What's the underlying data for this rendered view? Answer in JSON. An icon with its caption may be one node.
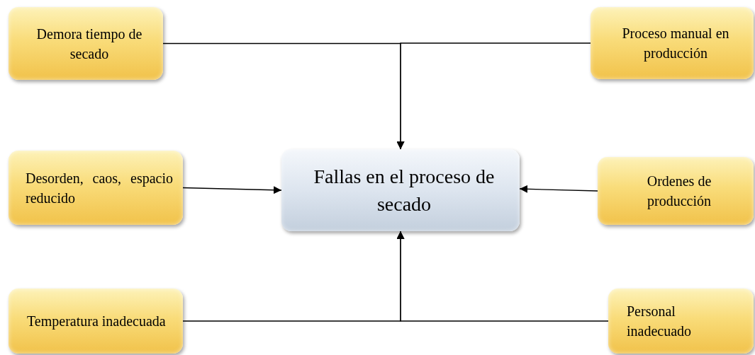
{
  "diagram": {
    "nodes": [
      {
        "text": [
          "Demora tiempo de secado"
        ]
      },
      {
        "text": [
          "Proceso manual en producción"
        ]
      },
      {
        "text": [
          "Desorden, caos, espacio reducido"
        ]
      },
      {
        "text": [
          "Fallas en el proceso de secado"
        ]
      },
      {
        "text": [
          "Ordenes de producción"
        ]
      },
      {
        "text": [
          "Temperatura inadecuada"
        ]
      },
      {
        "text": [
          "Personal inadecuado"
        ]
      }
    ],
    "edges": [
      {
        "from": 0,
        "to": 3,
        "arrow": "to"
      },
      {
        "from": 1,
        "to": 3,
        "arrow": "to"
      },
      {
        "from": 2,
        "to": 3,
        "arrow": "to"
      },
      {
        "from": 4,
        "to": 3,
        "arrow": "to"
      },
      {
        "from": 5,
        "to": 3,
        "arrow": "to"
      },
      {
        "from": 6,
        "to": 3,
        "arrow": "to"
      }
    ]
  }
}
